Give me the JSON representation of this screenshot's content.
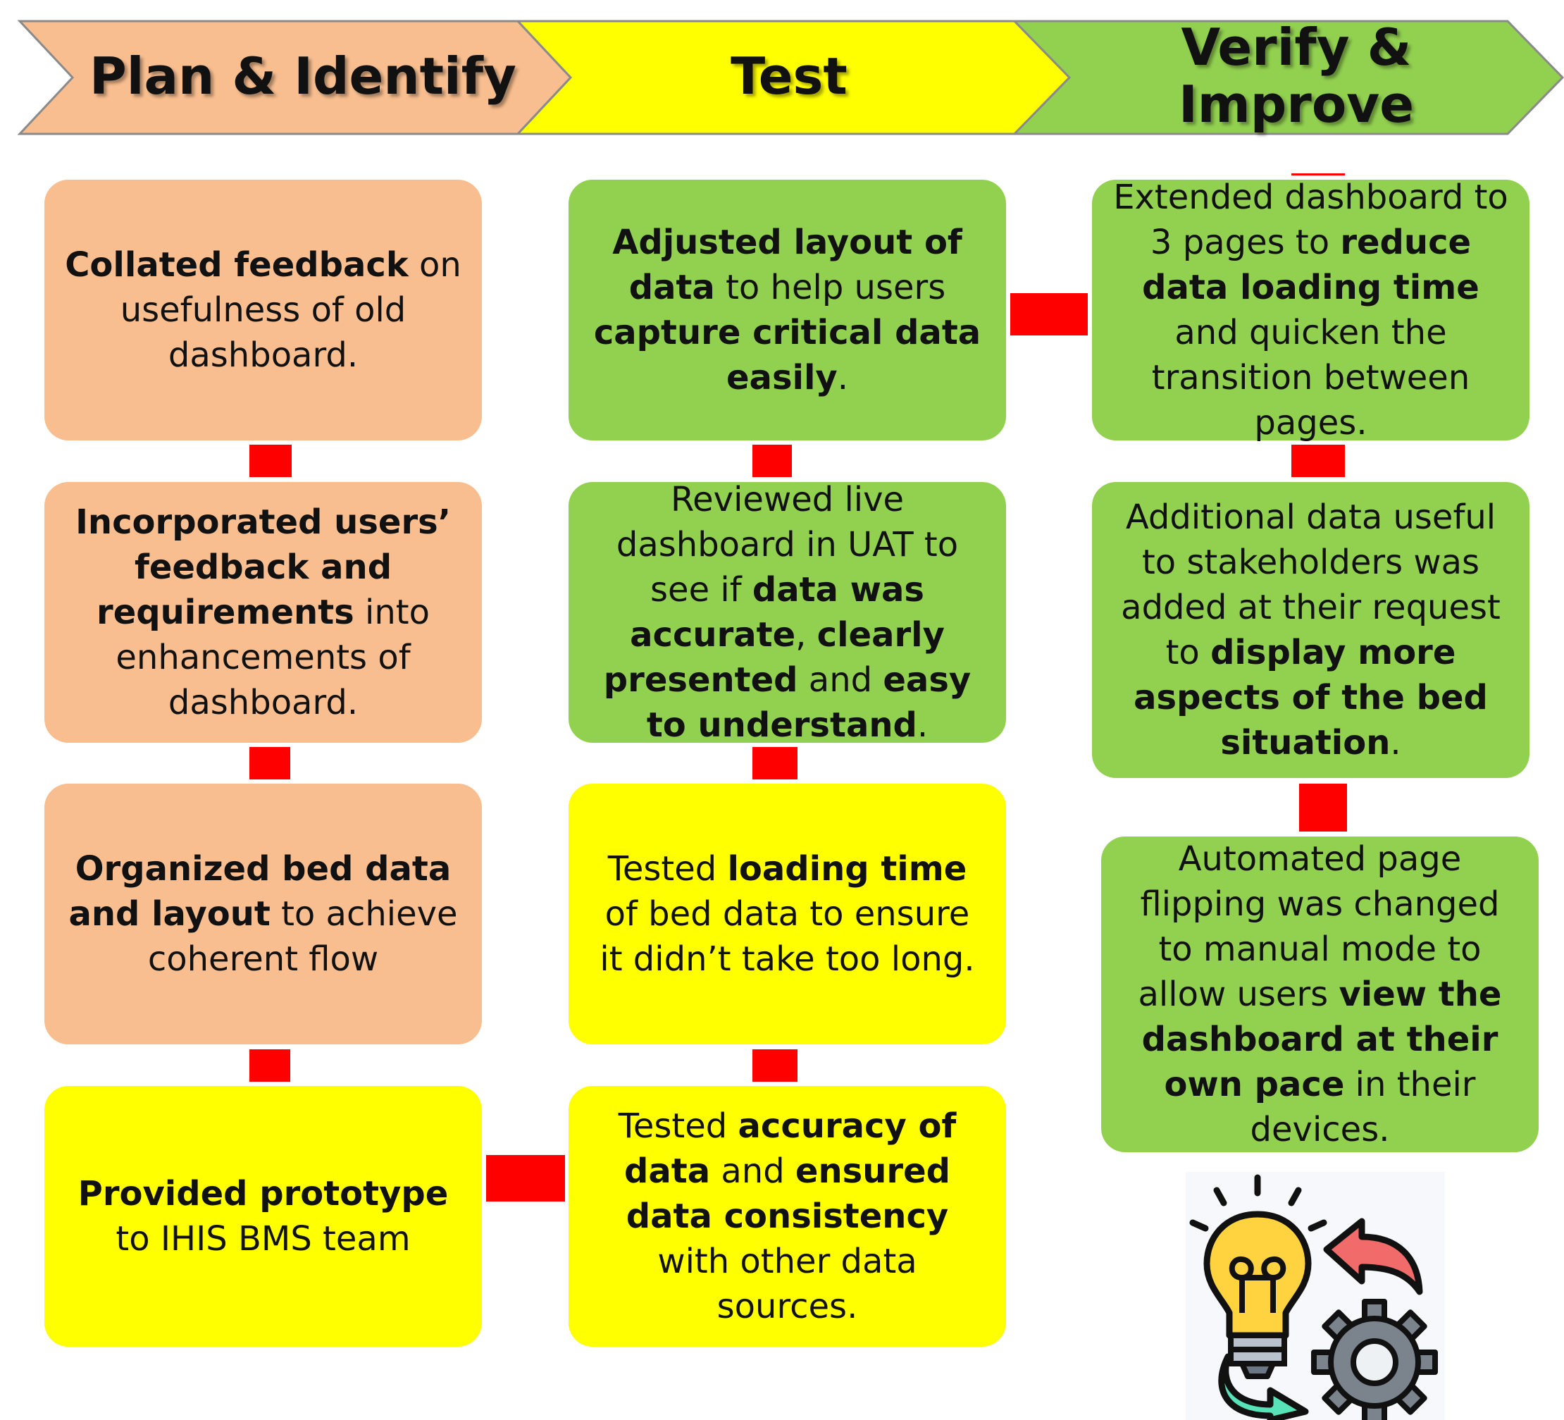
{
  "colors": {
    "plan": "#f8be8f",
    "test": "#ffff00",
    "verify": "#92d050",
    "box_orange": "#f8be8f",
    "box_green": "#92d050",
    "box_yellow": "#ffff00",
    "connector": "#ff0000"
  },
  "phases": [
    {
      "label": "Plan & Identify"
    },
    {
      "label": "Test"
    },
    {
      "label": "Verify & Improve"
    }
  ],
  "columns": {
    "plan": [
      {
        "color": "orange",
        "parts": [
          {
            "text": "Collated feedback",
            "bold": true
          },
          {
            "text": " on usefulness of old dashboard.",
            "bold": false
          }
        ]
      },
      {
        "color": "orange",
        "parts": [
          {
            "text": "Incorporated users’ feedback and requirements",
            "bold": true
          },
          {
            "text": " into enhancements of dashboard.",
            "bold": false
          }
        ]
      },
      {
        "color": "orange",
        "parts": [
          {
            "text": "Organized bed data and layout",
            "bold": true
          },
          {
            "text": " to achieve coherent flow",
            "bold": false
          }
        ]
      },
      {
        "color": "yellow",
        "parts": [
          {
            "text": "Provided prototype",
            "bold": true
          },
          {
            "text": " to IHIS BMS team",
            "bold": false
          }
        ]
      }
    ],
    "test": [
      {
        "color": "green",
        "parts": [
          {
            "text": "Adjusted layout of data",
            "bold": true
          },
          {
            "text": " to help users ",
            "bold": false
          },
          {
            "text": "capture critical data easily",
            "bold": true
          },
          {
            "text": ".",
            "bold": false
          }
        ]
      },
      {
        "color": "green",
        "parts": [
          {
            "text": "Reviewed live dashboard in UAT to see if ",
            "bold": false
          },
          {
            "text": "data was accurate",
            "bold": true
          },
          {
            "text": ", ",
            "bold": false
          },
          {
            "text": "clearly presented",
            "bold": true
          },
          {
            "text": " and ",
            "bold": false
          },
          {
            "text": "easy to understand",
            "bold": true
          },
          {
            "text": ".",
            "bold": false
          }
        ]
      },
      {
        "color": "yellow",
        "parts": [
          {
            "text": "Tested ",
            "bold": false
          },
          {
            "text": "loading time",
            "bold": true
          },
          {
            "text": " of bed data to ensure it didn’t take too long.",
            "bold": false
          }
        ]
      },
      {
        "color": "yellow",
        "parts": [
          {
            "text": "Tested ",
            "bold": false
          },
          {
            "text": "accuracy of data",
            "bold": true
          },
          {
            "text": " and ",
            "bold": false
          },
          {
            "text": "ensured data consistency",
            "bold": true
          },
          {
            "text": " with other data sources.",
            "bold": false
          }
        ]
      }
    ],
    "verify": [
      {
        "color": "green",
        "parts": [
          {
            "text": "Extended dashboard to 3 pages to ",
            "bold": false
          },
          {
            "text": "reduce data loading time",
            "bold": true
          },
          {
            "text": " and quicken the transition between pages.",
            "bold": false
          }
        ]
      },
      {
        "color": "green",
        "parts": [
          {
            "text": "Additional data useful to stakeholders was added at their request to ",
            "bold": false
          },
          {
            "text": "display more aspects of the bed situation",
            "bold": true
          },
          {
            "text": ".",
            "bold": false
          }
        ]
      },
      {
        "color": "green",
        "parts": [
          {
            "text": "Automated page flipping was changed to manual mode to allow users ",
            "bold": false
          },
          {
            "text": "view the dashboard at their own pace",
            "bold": true
          },
          {
            "text": " in their devices.",
            "bold": false
          }
        ]
      }
    ]
  },
  "icons": {
    "illustration": "lightbulb-gear-cycle-icon"
  }
}
